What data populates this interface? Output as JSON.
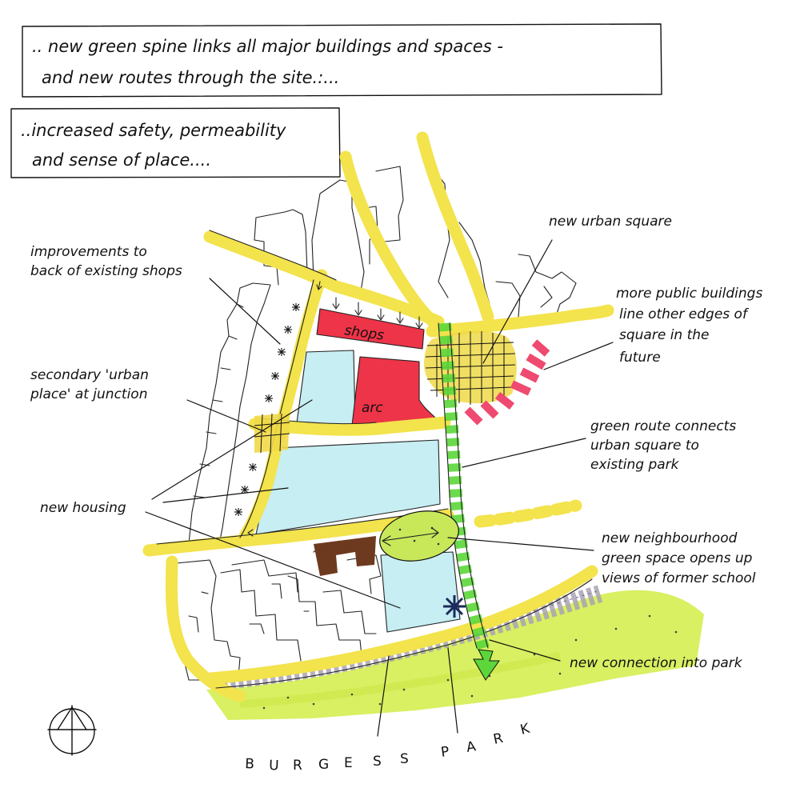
{
  "captions": [
    {
      "lines": [
        ".. new green spine links all major buildings and spaces -",
        "and new routes through the site.:..."
      ]
    },
    {
      "lines": [
        "..increased safety, permeability",
        "and sense of place...."
      ]
    }
  ],
  "blocks": {
    "shops": "shops",
    "arc": "arc"
  },
  "annotations": {
    "shop_improvements": [
      "improvements to",
      "back of existing shops"
    ],
    "secondary_place": [
      "secondary 'urban",
      "place' at junction"
    ],
    "new_housing": [
      "new housing"
    ],
    "urban_square": [
      "new urban square"
    ],
    "public_buildings": [
      "more public buildings",
      "line other edges of",
      "square in the",
      "future"
    ],
    "green_route": [
      "green route connects",
      "urban square to",
      "existing park"
    ],
    "green_space": [
      "new neighbourhood",
      "green space opens up",
      "views of former school"
    ],
    "park_connection": [
      "new connection into park"
    ]
  },
  "park_label": {
    "word1": [
      "B",
      "U",
      "R",
      "G",
      "E",
      "S",
      "S"
    ],
    "word2": [
      "P",
      "A",
      "R",
      "K"
    ]
  },
  "colors": {
    "road_yellow": "#f3e34c",
    "housing_blue": "#c7eef2",
    "shop_red": "#ee3448",
    "park_green": "#d6ef5a",
    "spine_green": "#5cd63a",
    "school_brown": "#6e3a1f",
    "path_grey": "#a9a2b4",
    "square_yellow": "#efd948"
  },
  "icons": [
    "north-arrow-icon",
    "tree-icon"
  ]
}
